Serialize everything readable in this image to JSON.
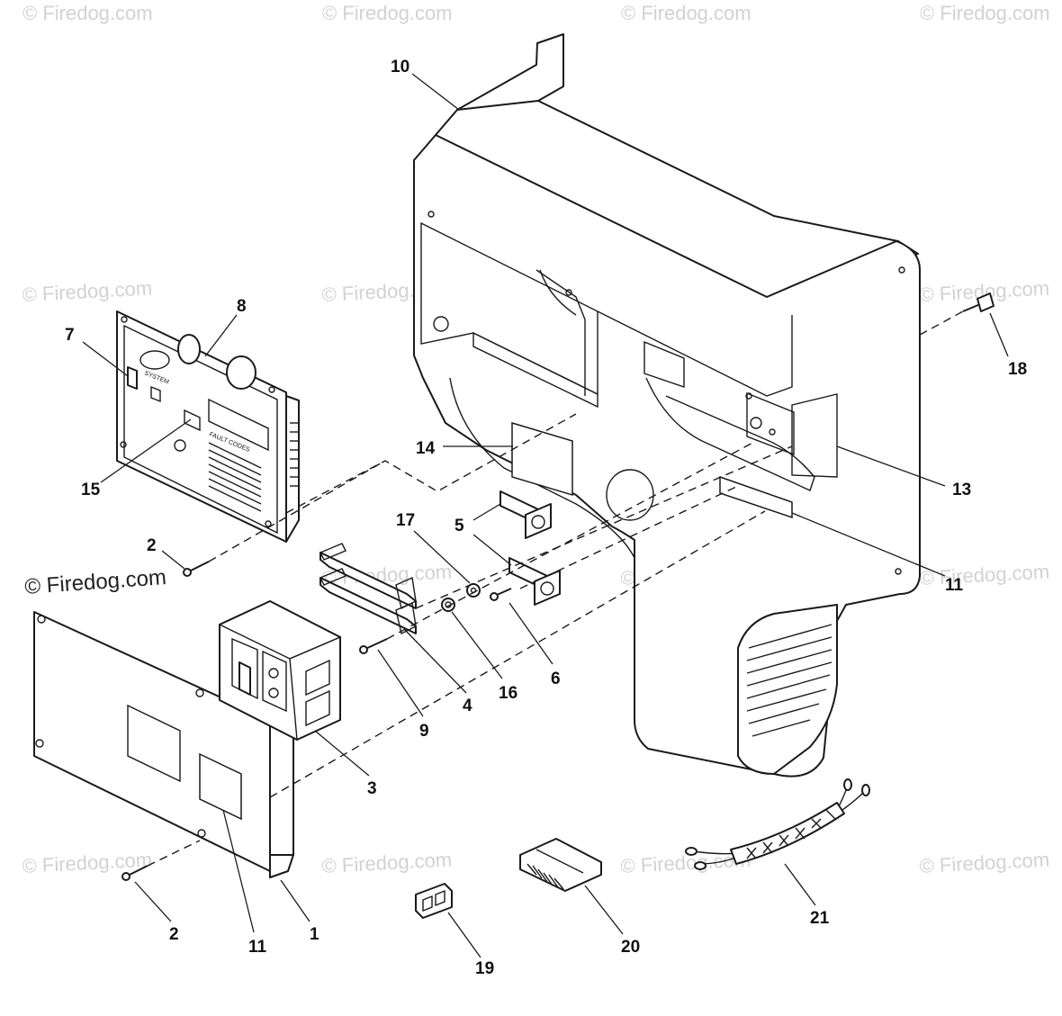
{
  "watermark": {
    "text": "© Firedog.com",
    "prominent_text": "© Firedog.com"
  },
  "panel": {
    "system_text": "SYSTEM",
    "fault_title": "FAULT CODES"
  },
  "callouts": {
    "c1": "1",
    "c2a": "2",
    "c2b": "2",
    "c3": "3",
    "c4": "4",
    "c5": "5",
    "c6": "6",
    "c7": "7",
    "c8": "8",
    "c9": "9",
    "c10": "10",
    "c11a": "11",
    "c11b": "11",
    "c13": "13",
    "c14": "14",
    "c15": "15",
    "c16": "16",
    "c17": "17",
    "c18": "18",
    "c19": "19",
    "c20": "20",
    "c21": "21"
  }
}
